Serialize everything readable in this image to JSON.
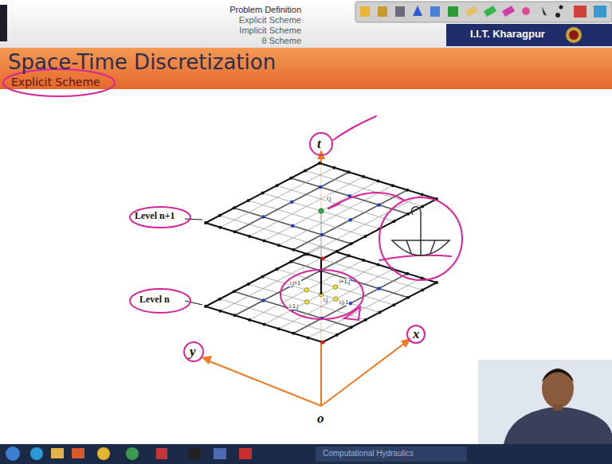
{
  "diagram": {
    "title": "Space-Time Discretization",
    "labels": [
      "Problem Definition",
      "Explicit Scheme",
      "Implicit Scheme",
      "θ Scheme",
      "I.I.T. Kharagpur",
      "Explicit Scheme",
      "t",
      "Level n+1",
      "Level n",
      "y",
      "x",
      "o",
      "i,j",
      "i,j+1",
      "i+1,j",
      "i-1,j",
      "i,j",
      "i,j-1",
      "Computational Hydraulics"
    ]
  }
}
